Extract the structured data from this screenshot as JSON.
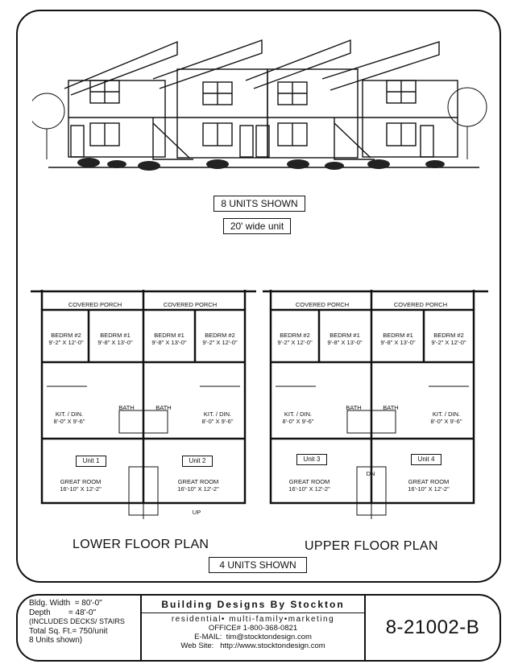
{
  "elevation": {
    "units_label": "8 UNITS SHOWN",
    "width_label": "20' wide unit"
  },
  "plans": {
    "lower_title": "LOWER FLOOR PLAN",
    "upper_title": "UPPER FLOOR PLAN",
    "units_shown": "4 UNITS SHOWN",
    "lower": {
      "porch": "COVERED PORCH",
      "bed2_a": "BEDRM #2",
      "bed2_a_dim": "9'-2\" X 12'-0\"",
      "bed1_a": "BEDRM #1",
      "bed1_a_dim": "9'-8\" X 13'-0\"",
      "bed1_b": "BEDRM #1",
      "bed1_b_dim": "9'-8\" X 13'-0\"",
      "bed2_b": "BEDRM #2",
      "bed2_b_dim": "9'-2\" X 12'-0\"",
      "bath": "BATH",
      "kit": "KIT. / DIN.",
      "kit_dim": "8'-0\" X 9'-6\"",
      "unit_a": "Unit 1",
      "unit_b": "Unit 2",
      "great": "GREAT ROOM",
      "great_dim": "16'-10\" X 12'-2\"",
      "stair": "UP"
    },
    "upper": {
      "porch": "COVERED PORCH",
      "bed2_a": "BEDRM #2",
      "bed2_a_dim": "9'-2\" X 12'-0\"",
      "bed1_a": "BEDRM #1",
      "bed1_a_dim": "9'-8\" X 13'-0\"",
      "bed1_b": "BEDRM #1",
      "bed1_b_dim": "9'-8\" X 13'-0\"",
      "bed2_b": "BEDRM #2",
      "bed2_b_dim": "9'-2\" X 12'-0\"",
      "bath": "BATH",
      "kit": "KIT. / DIN.",
      "kit_dim": "8'-0\" X 9'-6\"",
      "unit_a": "Unit 3",
      "unit_b": "Unit 4",
      "great": "GREAT ROOM",
      "great_dim": "16'-10\" X 12'-2\"",
      "stair": "DN"
    }
  },
  "title_block": {
    "width": "Bldg. Width  = 80'-0\"",
    "depth": "Depth        = 48'-0\"",
    "includes": "(INCLUDES DECKS/ STAIRS",
    "sqft": "Total Sq. Ft.= 750/unit",
    "units": "8 Units shown)",
    "company": "Building Designs By Stockton",
    "tagline": "residential• multi-family•marketing",
    "office": "OFFICE# 1-800-368-0821",
    "email": "E-MAIL:  tim@stocktondesign.com",
    "web": "Web Site:   http://www.stocktondesign.com",
    "plan_number": "8-21002-B"
  }
}
